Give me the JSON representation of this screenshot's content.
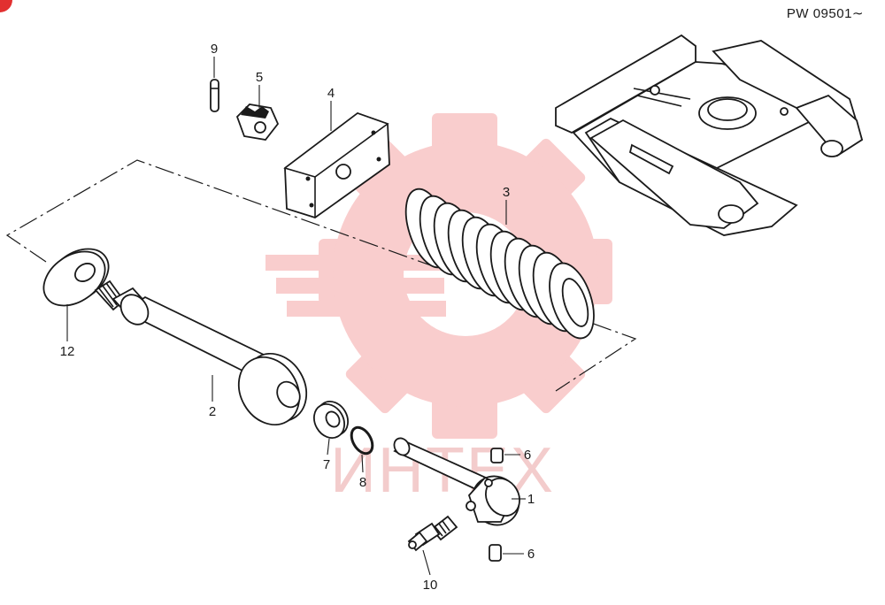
{
  "header": {
    "serial_range": "PW 09501∼"
  },
  "watermark": {
    "text": "ИНТЕХ",
    "color": "#f5a5a5"
  },
  "callouts": [
    {
      "id": "9",
      "text": "9"
    },
    {
      "id": "5",
      "text": "5"
    },
    {
      "id": "4",
      "text": "4"
    },
    {
      "id": "3",
      "text": "3"
    },
    {
      "id": "12",
      "text": "12"
    },
    {
      "id": "2",
      "text": "2"
    },
    {
      "id": "7",
      "text": "7"
    },
    {
      "id": "8",
      "text": "8"
    },
    {
      "id": "6a",
      "text": "6"
    },
    {
      "id": "1",
      "text": "1"
    },
    {
      "id": "6b",
      "text": "6"
    },
    {
      "id": "10",
      "text": "10"
    }
  ]
}
